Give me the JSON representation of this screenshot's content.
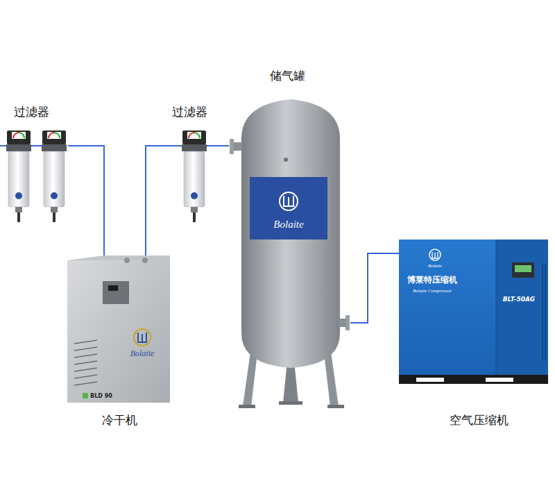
{
  "diagram": {
    "nodes": [
      {
        "text": [
          "过滤器"
        ]
      },
      {
        "text": [
          "过滤器"
        ]
      },
      {
        "text": [
          "储气罐",
          "Bolaite"
        ]
      },
      {
        "text": [
          "冷干机",
          "Bolaite",
          "BLD 90"
        ]
      },
      {
        "text": [
          "空气压缩机",
          "Bolaite",
          "博莱特压缩机",
          "Bolaite Compressor",
          "BLT-50AG"
        ]
      }
    ],
    "edges": [
      {
        "from": 4,
        "to": 2,
        "arrow": "none"
      },
      {
        "from": 2,
        "to": 1,
        "arrow": "none"
      },
      {
        "from": 1,
        "to": 3,
        "arrow": "none"
      },
      {
        "from": 3,
        "to": 0,
        "arrow": "none"
      }
    ]
  }
}
